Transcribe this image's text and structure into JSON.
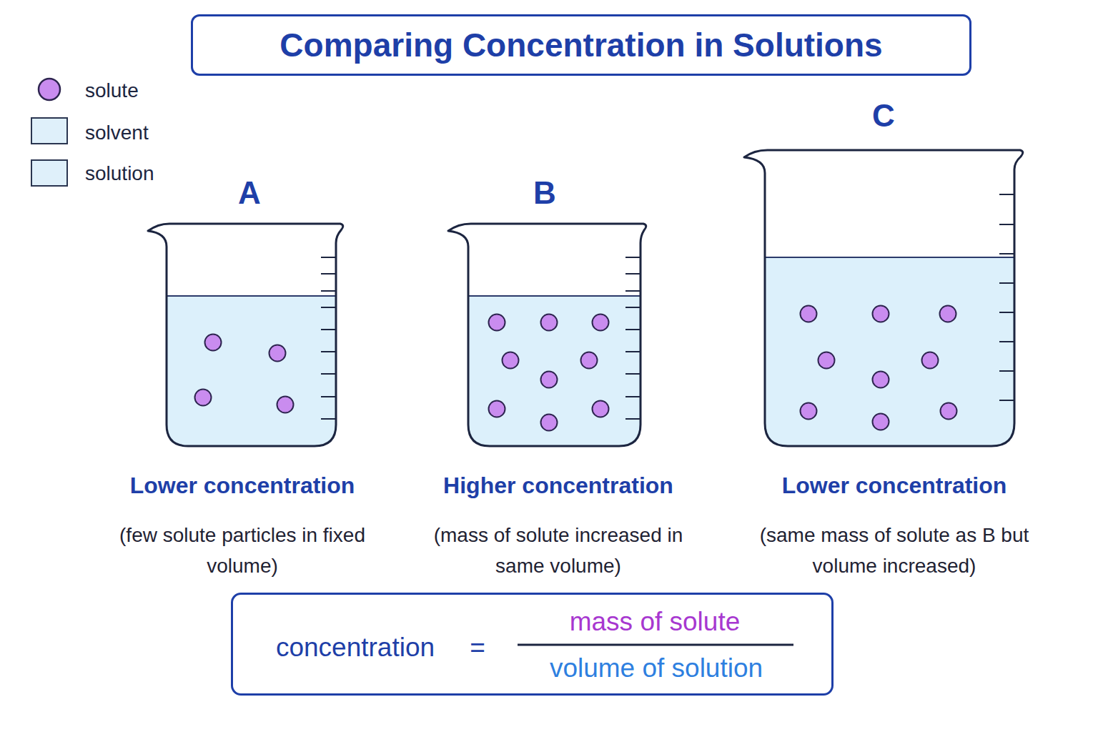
{
  "diagram": {
    "title": "Comparing Concentration in Solutions",
    "nodes": [
      {
        "text": [
          "A",
          "Lower concentration",
          "(few solute particles in fixed volume)"
        ]
      },
      {
        "text": [
          "B",
          "Higher concentration",
          "(mass of solute increased in same volume)"
        ]
      },
      {
        "text": [
          "C",
          "Lower concentration",
          "(same mass of solute as B but volume increased)"
        ]
      },
      {
        "text": [
          "concentration",
          "=",
          "mass of solute",
          "volume of solution"
        ]
      }
    ],
    "legend": [
      {
        "text": "solute"
      },
      {
        "text": "solvent",
        "color": "#dff0fa"
      },
      {
        "text": "solution",
        "color": "#dff0fa"
      }
    ]
  }
}
